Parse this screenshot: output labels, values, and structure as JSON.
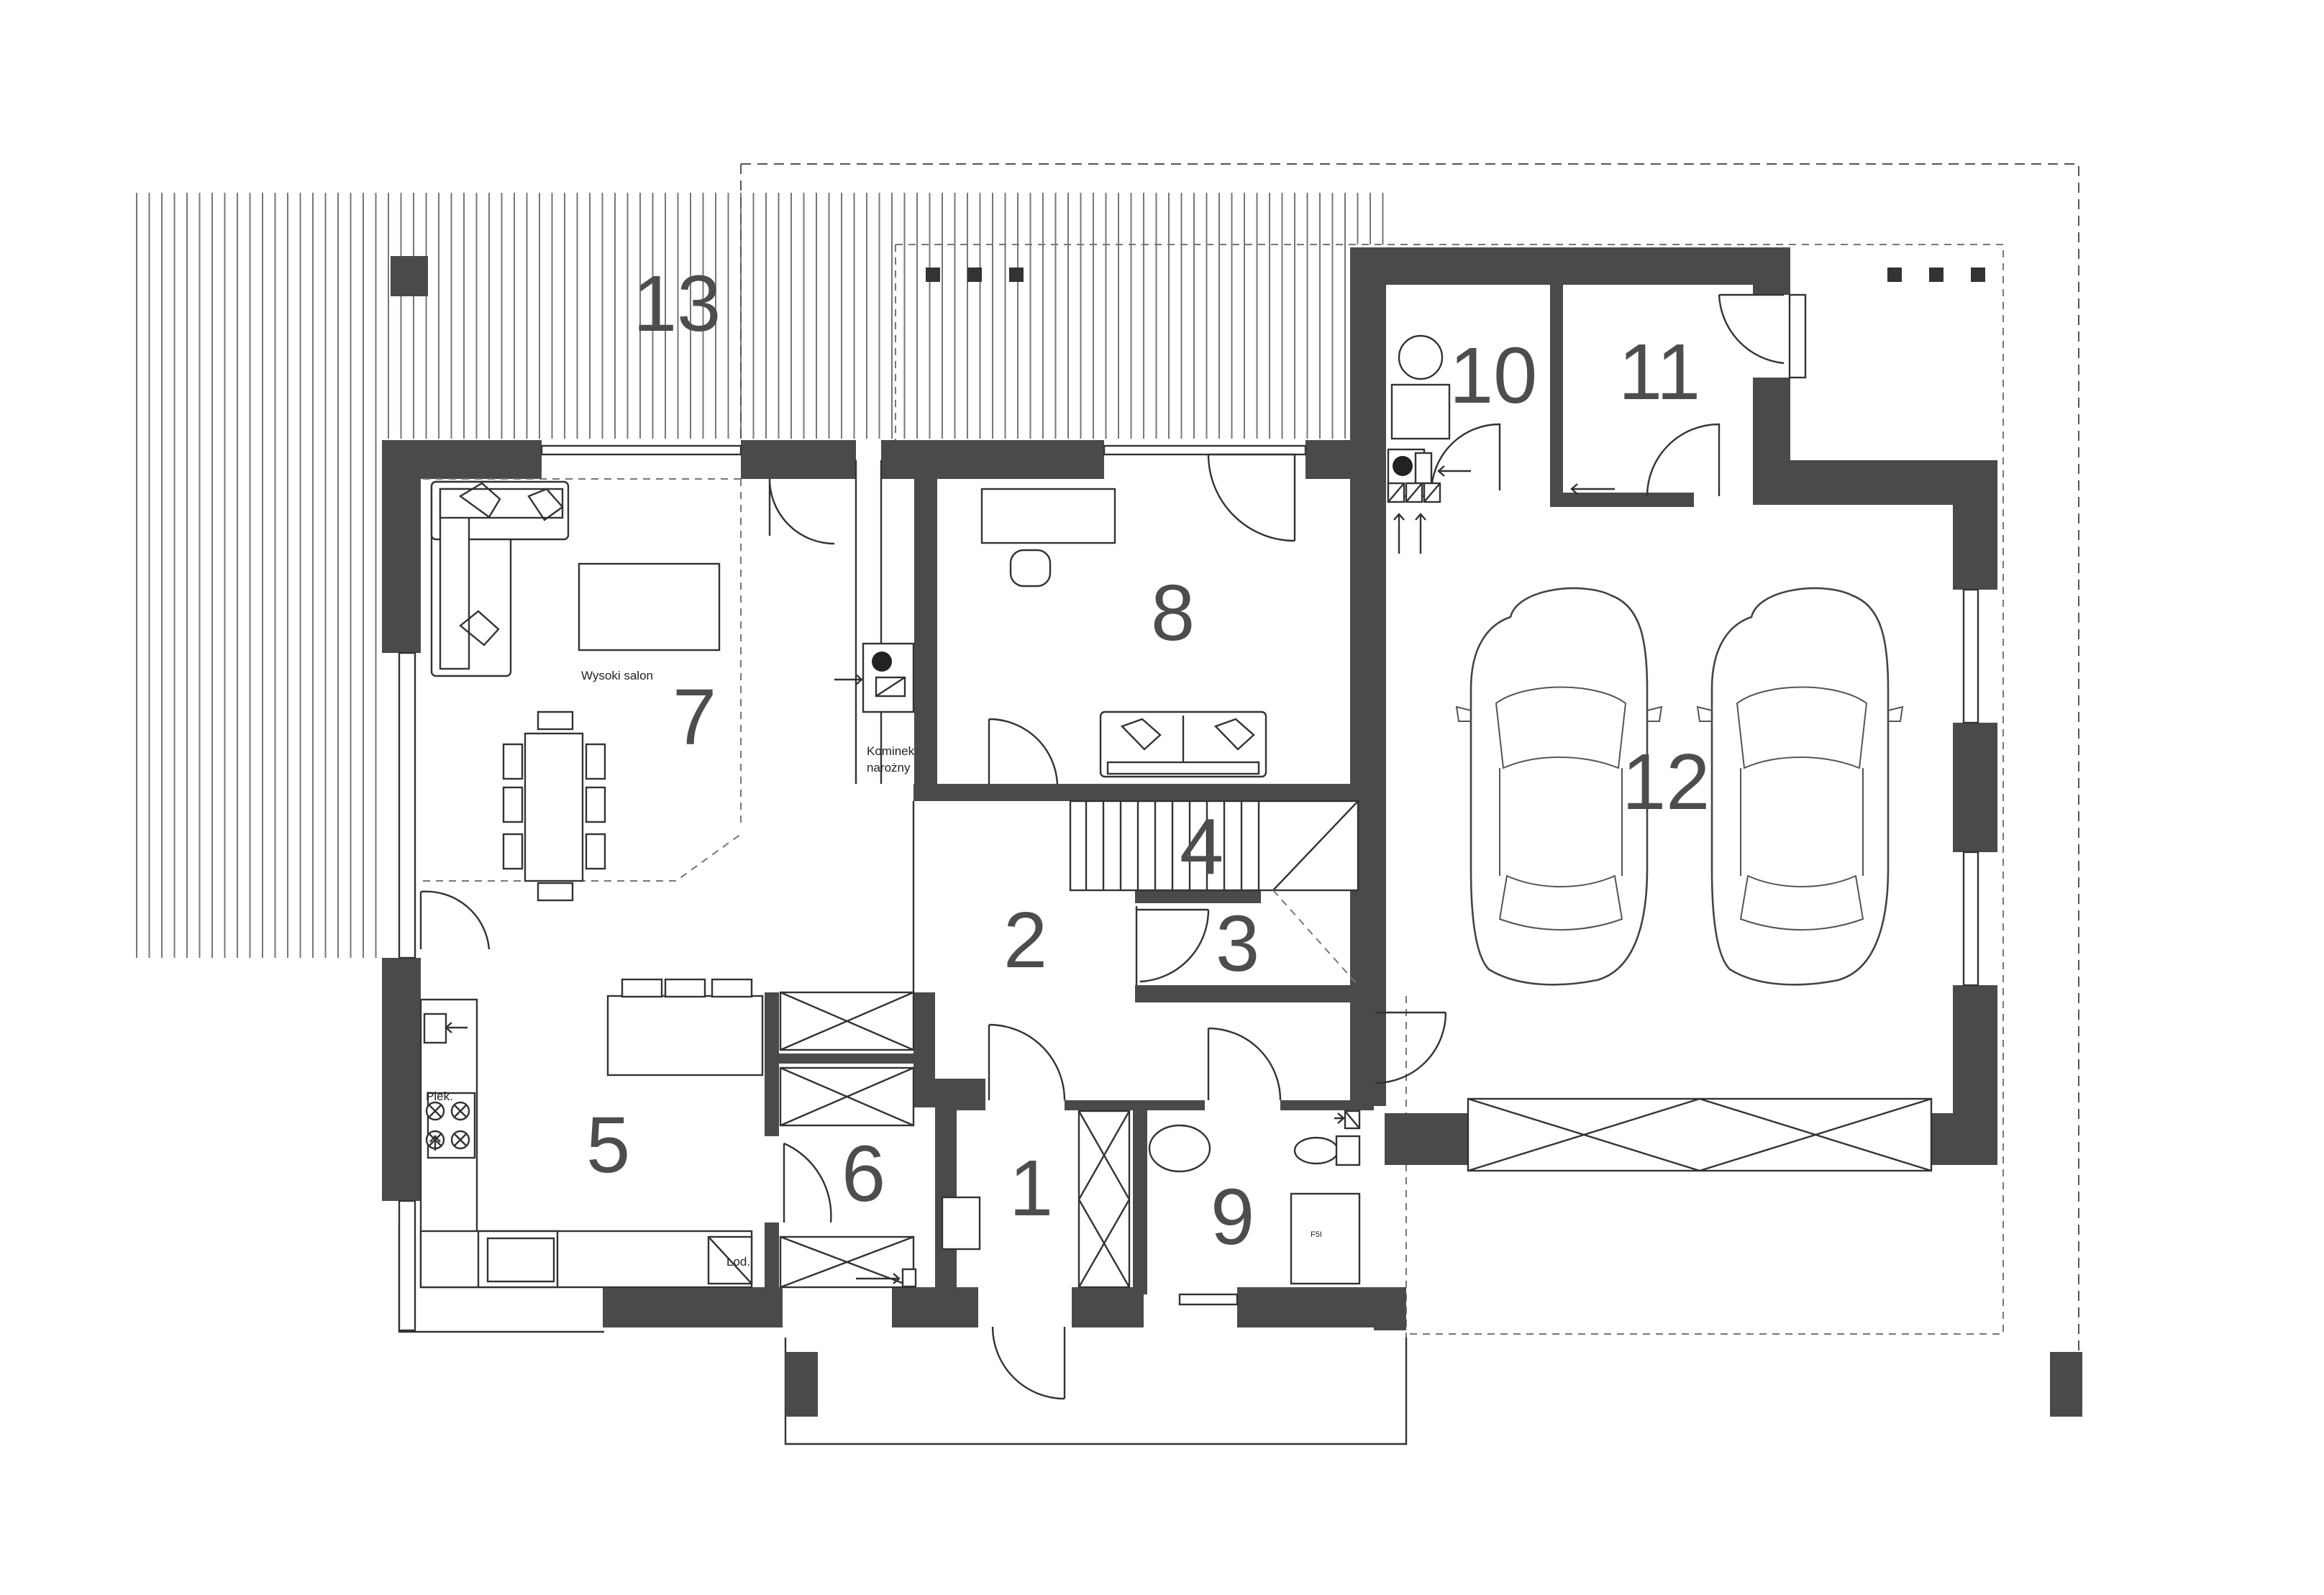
{
  "plan": {
    "rooms": [
      {
        "label": "1"
      },
      {
        "label": "2"
      },
      {
        "label": "3"
      },
      {
        "label": "4"
      },
      {
        "label": "5"
      },
      {
        "label": "6"
      },
      {
        "label": "7"
      },
      {
        "label": "8"
      },
      {
        "label": "9"
      },
      {
        "label": "10"
      },
      {
        "label": "11"
      },
      {
        "label": "12"
      },
      {
        "label": "13"
      }
    ],
    "annotations": {
      "living": "Wysoki salon",
      "fireplace_line1": "Kominek",
      "fireplace_line2": "narożny",
      "oven": "Piek.",
      "fridge": "Lod.",
      "shower": "F5I"
    }
  }
}
